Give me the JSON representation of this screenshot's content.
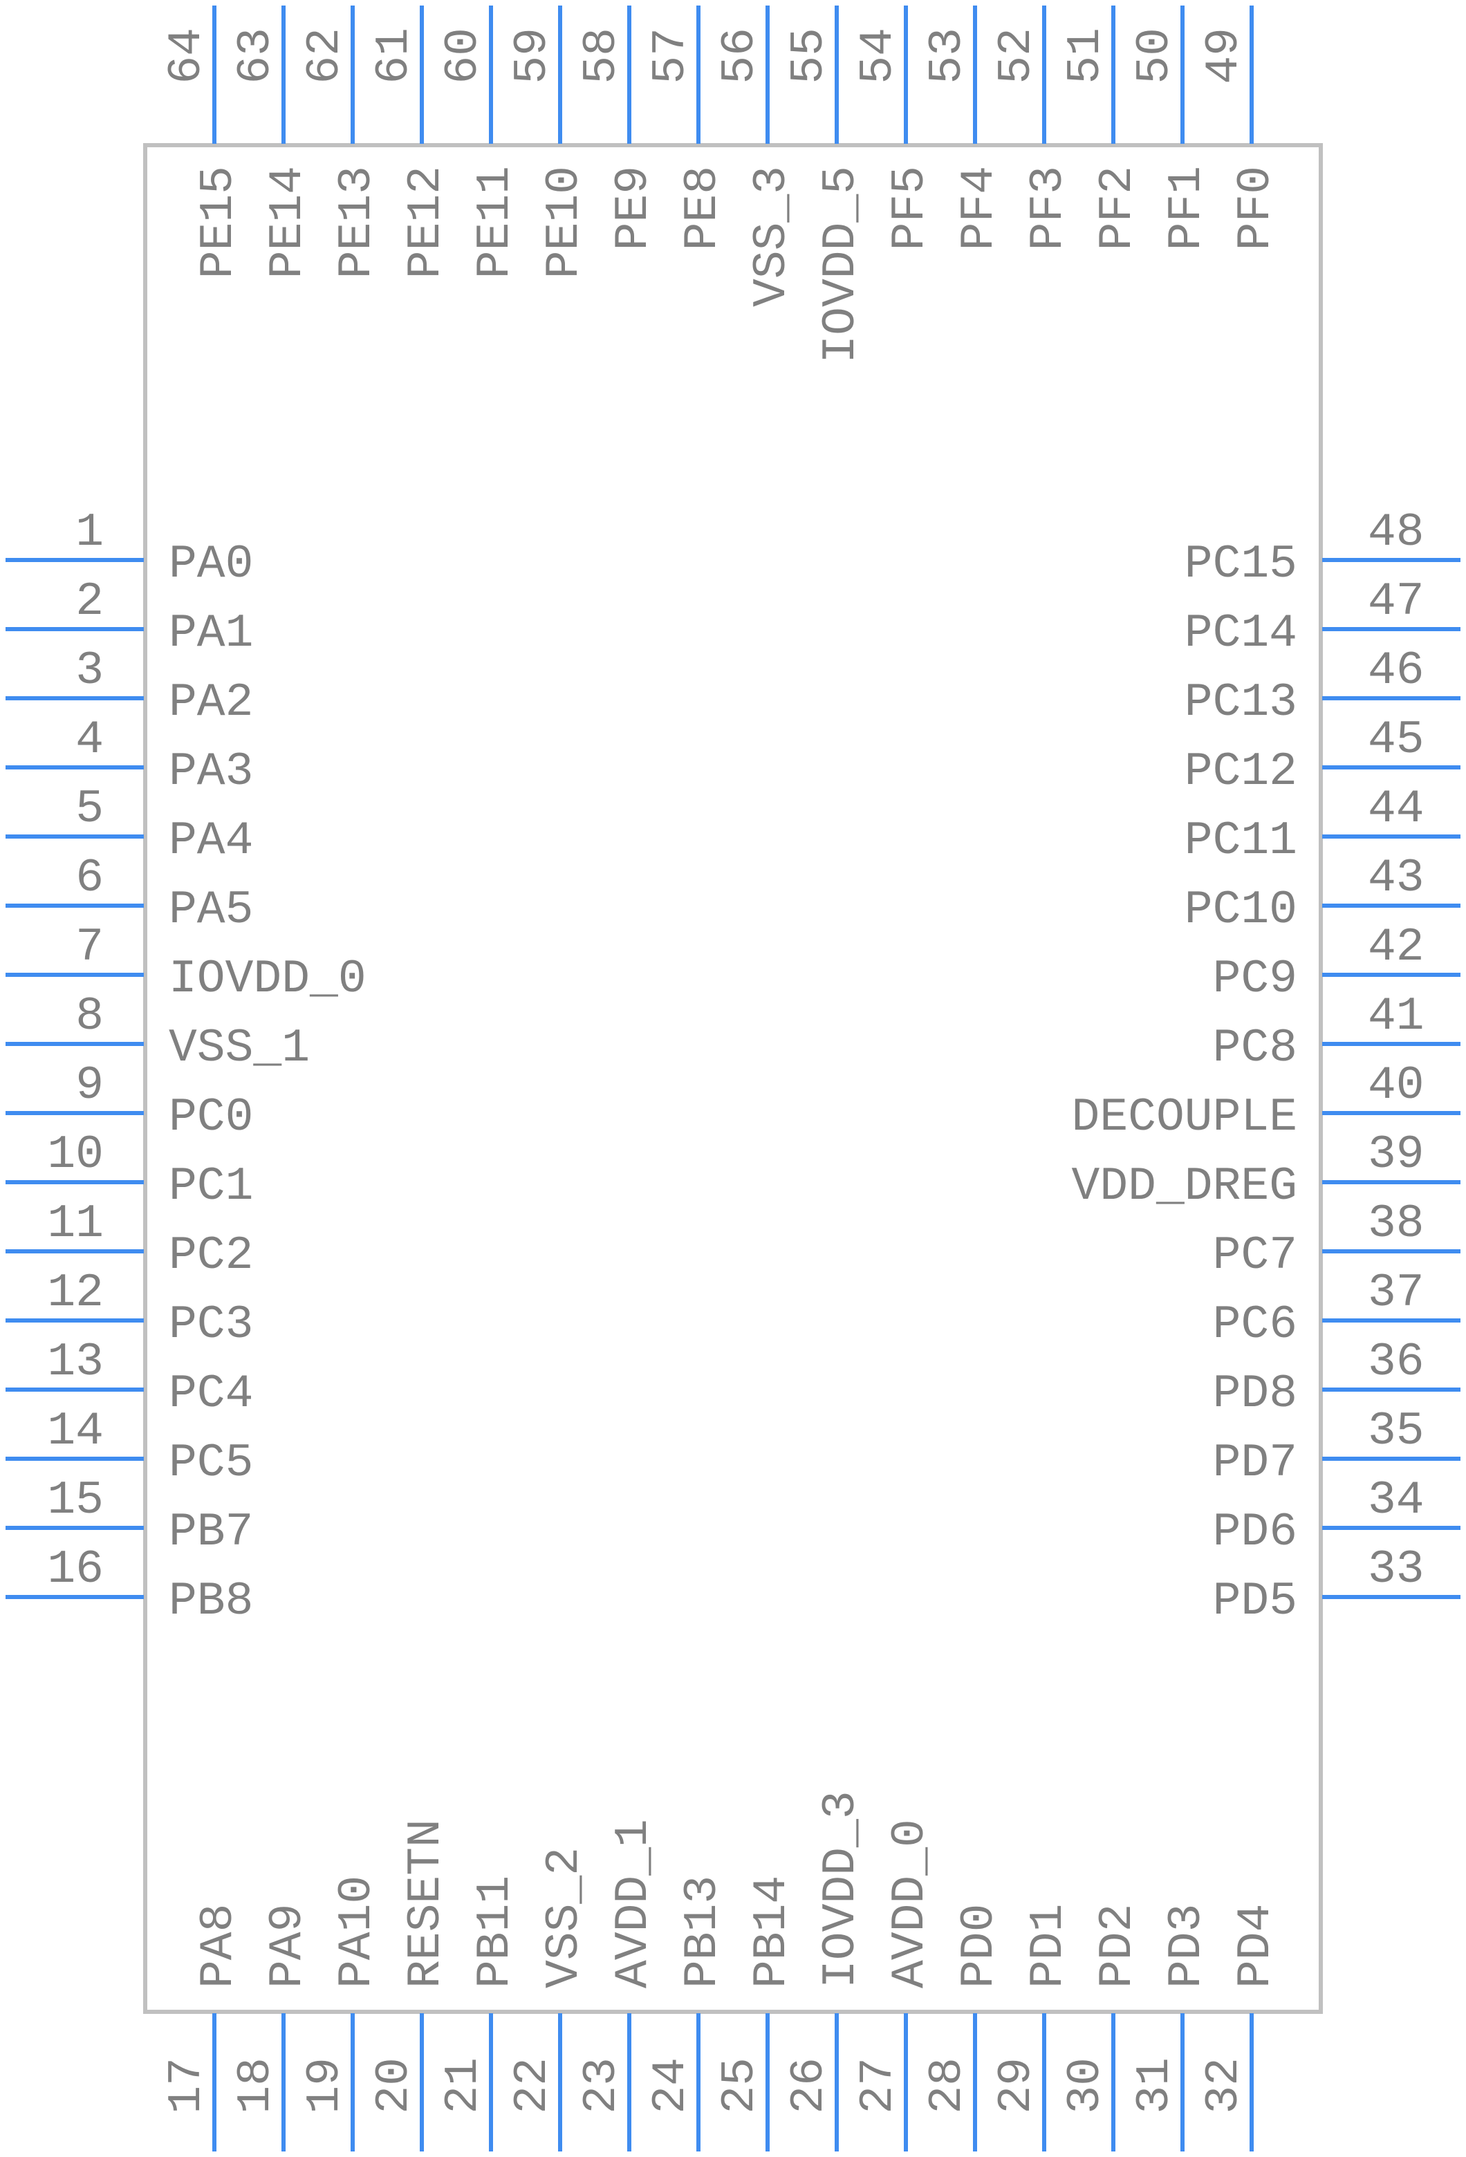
{
  "component": {
    "left_pins": [
      {
        "num": "1",
        "name": "PA0"
      },
      {
        "num": "2",
        "name": "PA1"
      },
      {
        "num": "3",
        "name": "PA2"
      },
      {
        "num": "4",
        "name": "PA3"
      },
      {
        "num": "5",
        "name": "PA4"
      },
      {
        "num": "6",
        "name": "PA5"
      },
      {
        "num": "7",
        "name": "IOVDD_0"
      },
      {
        "num": "8",
        "name": "VSS_1"
      },
      {
        "num": "9",
        "name": "PC0"
      },
      {
        "num": "10",
        "name": "PC1"
      },
      {
        "num": "11",
        "name": "PC2"
      },
      {
        "num": "12",
        "name": "PC3"
      },
      {
        "num": "13",
        "name": "PC4"
      },
      {
        "num": "14",
        "name": "PC5"
      },
      {
        "num": "15",
        "name": "PB7"
      },
      {
        "num": "16",
        "name": "PB8"
      }
    ],
    "bottom_pins": [
      {
        "num": "17",
        "name": "PA8"
      },
      {
        "num": "18",
        "name": "PA9"
      },
      {
        "num": "19",
        "name": "PA10"
      },
      {
        "num": "20",
        "name": "RESETN"
      },
      {
        "num": "21",
        "name": "PB11"
      },
      {
        "num": "22",
        "name": "VSS_2"
      },
      {
        "num": "23",
        "name": "AVDD_1"
      },
      {
        "num": "24",
        "name": "PB13"
      },
      {
        "num": "25",
        "name": "PB14"
      },
      {
        "num": "26",
        "name": "IOVDD_3"
      },
      {
        "num": "27",
        "name": "AVDD_0"
      },
      {
        "num": "28",
        "name": "PD0"
      },
      {
        "num": "29",
        "name": "PD1"
      },
      {
        "num": "30",
        "name": "PD2"
      },
      {
        "num": "31",
        "name": "PD3"
      },
      {
        "num": "32",
        "name": "PD4"
      }
    ],
    "right_pins": [
      {
        "num": "48",
        "name": "PC15"
      },
      {
        "num": "47",
        "name": "PC14"
      },
      {
        "num": "46",
        "name": "PC13"
      },
      {
        "num": "45",
        "name": "PC12"
      },
      {
        "num": "44",
        "name": "PC11"
      },
      {
        "num": "43",
        "name": "PC10"
      },
      {
        "num": "42",
        "name": "PC9"
      },
      {
        "num": "41",
        "name": "PC8"
      },
      {
        "num": "40",
        "name": "DECOUPLE"
      },
      {
        "num": "39",
        "name": "VDD_DREG"
      },
      {
        "num": "38",
        "name": "PC7"
      },
      {
        "num": "37",
        "name": "PC6"
      },
      {
        "num": "36",
        "name": "PD8"
      },
      {
        "num": "35",
        "name": "PD7"
      },
      {
        "num": "34",
        "name": "PD6"
      },
      {
        "num": "33",
        "name": "PD5"
      }
    ],
    "top_pins": [
      {
        "num": "64",
        "name": "PE15"
      },
      {
        "num": "63",
        "name": "PE14"
      },
      {
        "num": "62",
        "name": "PE13"
      },
      {
        "num": "61",
        "name": "PE12"
      },
      {
        "num": "60",
        "name": "PE11"
      },
      {
        "num": "59",
        "name": "PE10"
      },
      {
        "num": "58",
        "name": "PE9"
      },
      {
        "num": "57",
        "name": "PE8"
      },
      {
        "num": "56",
        "name": "VSS_3"
      },
      {
        "num": "55",
        "name": "IOVDD_5"
      },
      {
        "num": "54",
        "name": "PF5"
      },
      {
        "num": "53",
        "name": "PF4"
      },
      {
        "num": "52",
        "name": "PF3"
      },
      {
        "num": "51",
        "name": "PF2"
      },
      {
        "num": "50",
        "name": "PF1"
      },
      {
        "num": "49",
        "name": "PF0"
      }
    ],
    "colors": {
      "pin": "#3f8cf0",
      "outline": "#c0c0c0",
      "text": "#808080"
    }
  }
}
